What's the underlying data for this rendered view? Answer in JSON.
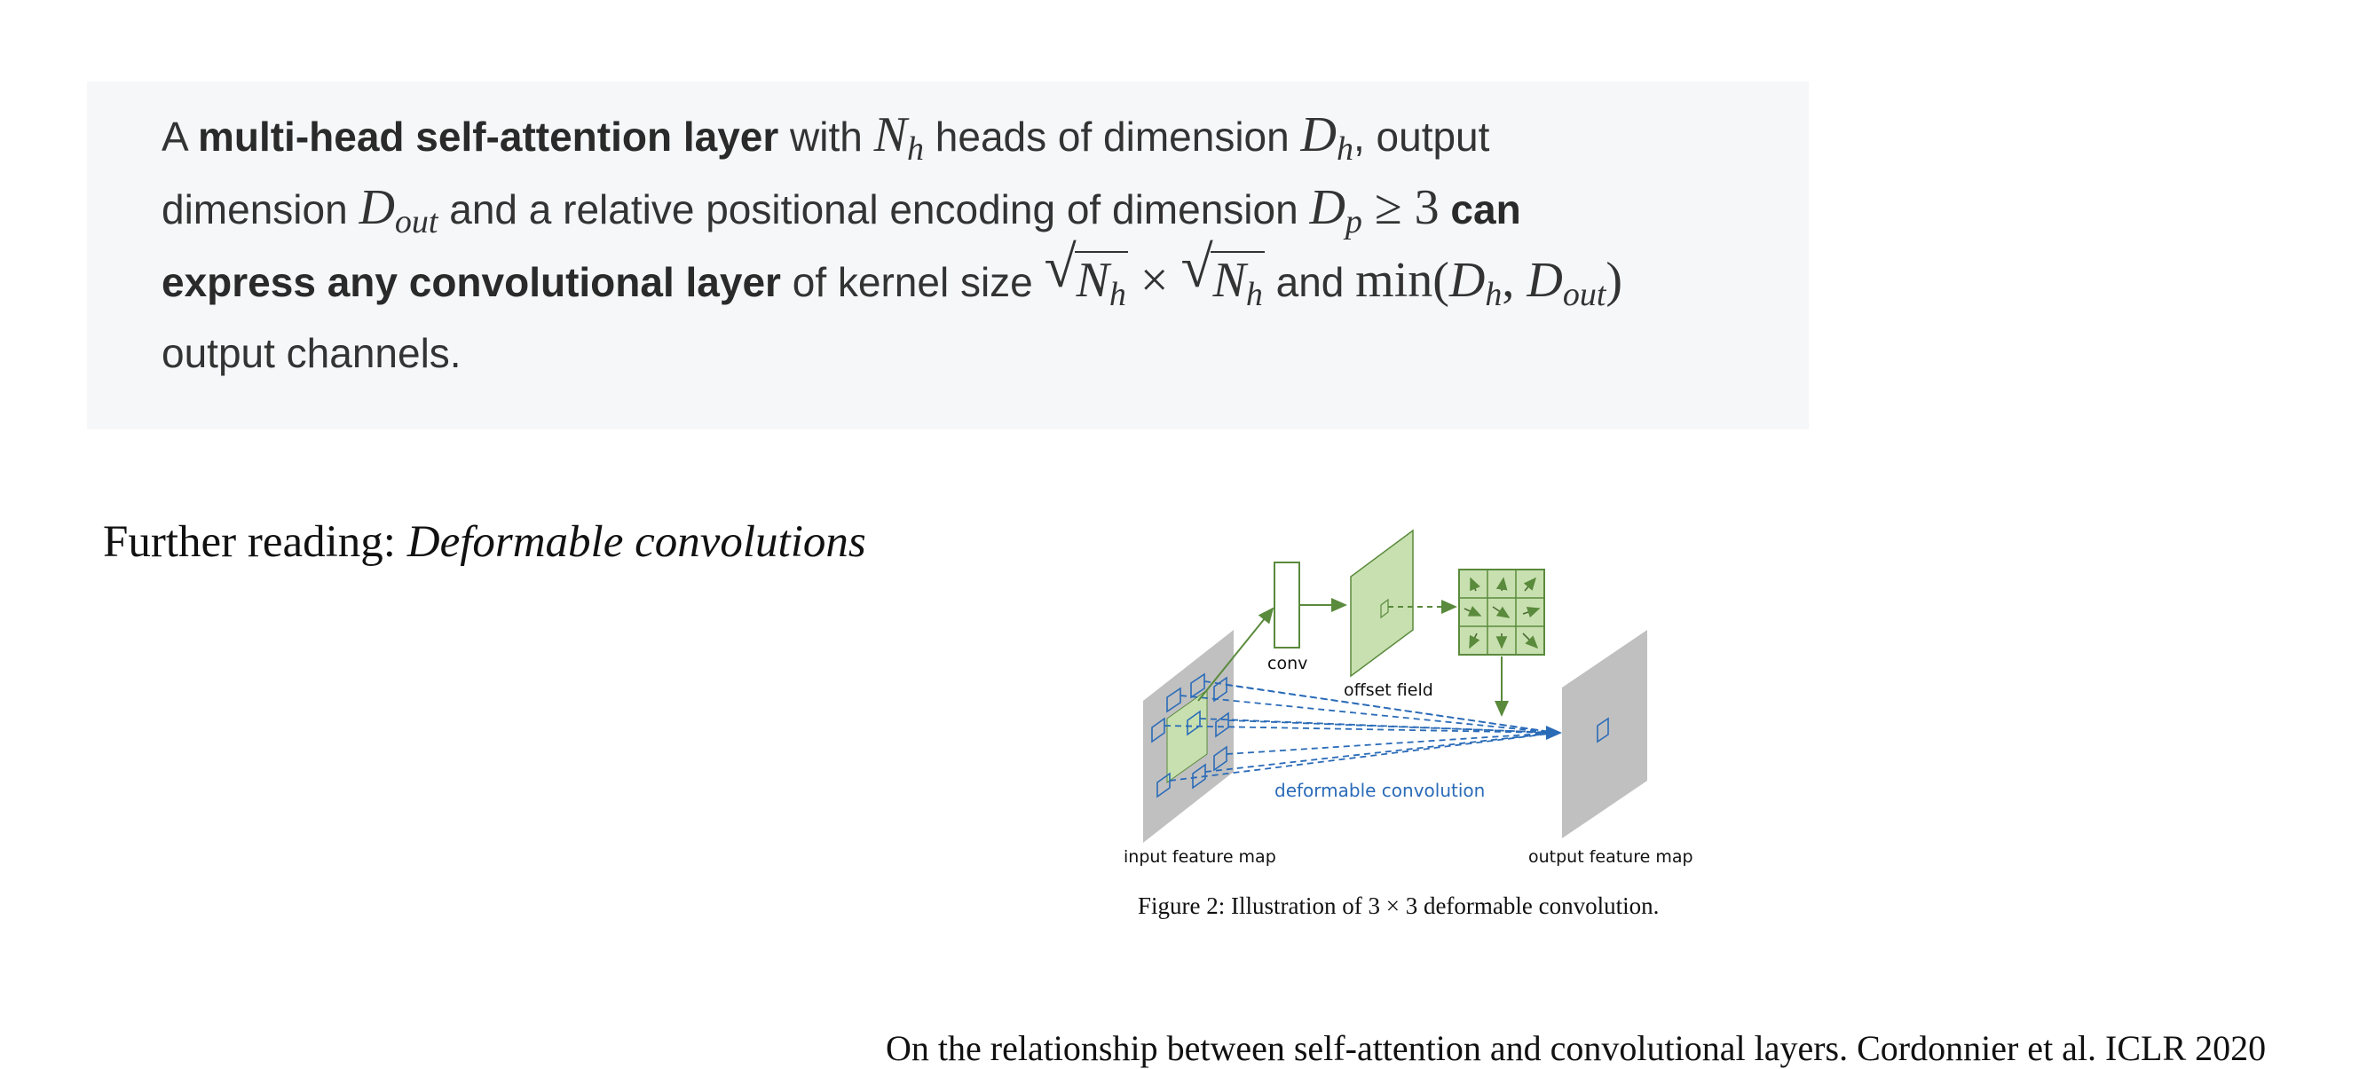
{
  "theorem": {
    "t1": "A ",
    "t2": "multi-head self-attention layer",
    "t3": " with ",
    "m_Nh": "N",
    "m_Nh_sub": "h",
    "t4": " heads of dimension ",
    "m_Dh": "D",
    "m_Dh_sub": "h",
    "t5": ", output",
    "t6": "dimension ",
    "m_Dout": "D",
    "m_Dout_sub": "out",
    "t7": " and a relative positional encoding of dimension ",
    "m_Dp": "D",
    "m_Dp_sub": "p",
    "m_geq3": " ≥ 3",
    "t8": " can",
    "t9": "express any convolutional layer",
    "t10": " of kernel size ",
    "m_times": " × ",
    "t11": " and ",
    "m_min": "min(",
    "m_comma": ", ",
    "m_close": ")",
    "t12": "output channels."
  },
  "further_reading": {
    "prefix": "Further reading: ",
    "title": "Deformable convolutions"
  },
  "figure": {
    "label_conv": "conv",
    "label_offset_field": "offset field",
    "label_deformable": "deformable convolution",
    "label_input": "input feature map",
    "label_output": "output feature map",
    "caption": "Figure 2: Illustration of 3 × 3 deformable convolution.",
    "colors": {
      "green_fill": "#c8e0b0",
      "green_stroke": "#5a8a3c",
      "gray_map": "#c0c0c0",
      "blue": "#2a6bb8"
    }
  },
  "citation": "On the relationship between self-attention and convolutional layers. Cordonnier et al. ICLR 2020"
}
